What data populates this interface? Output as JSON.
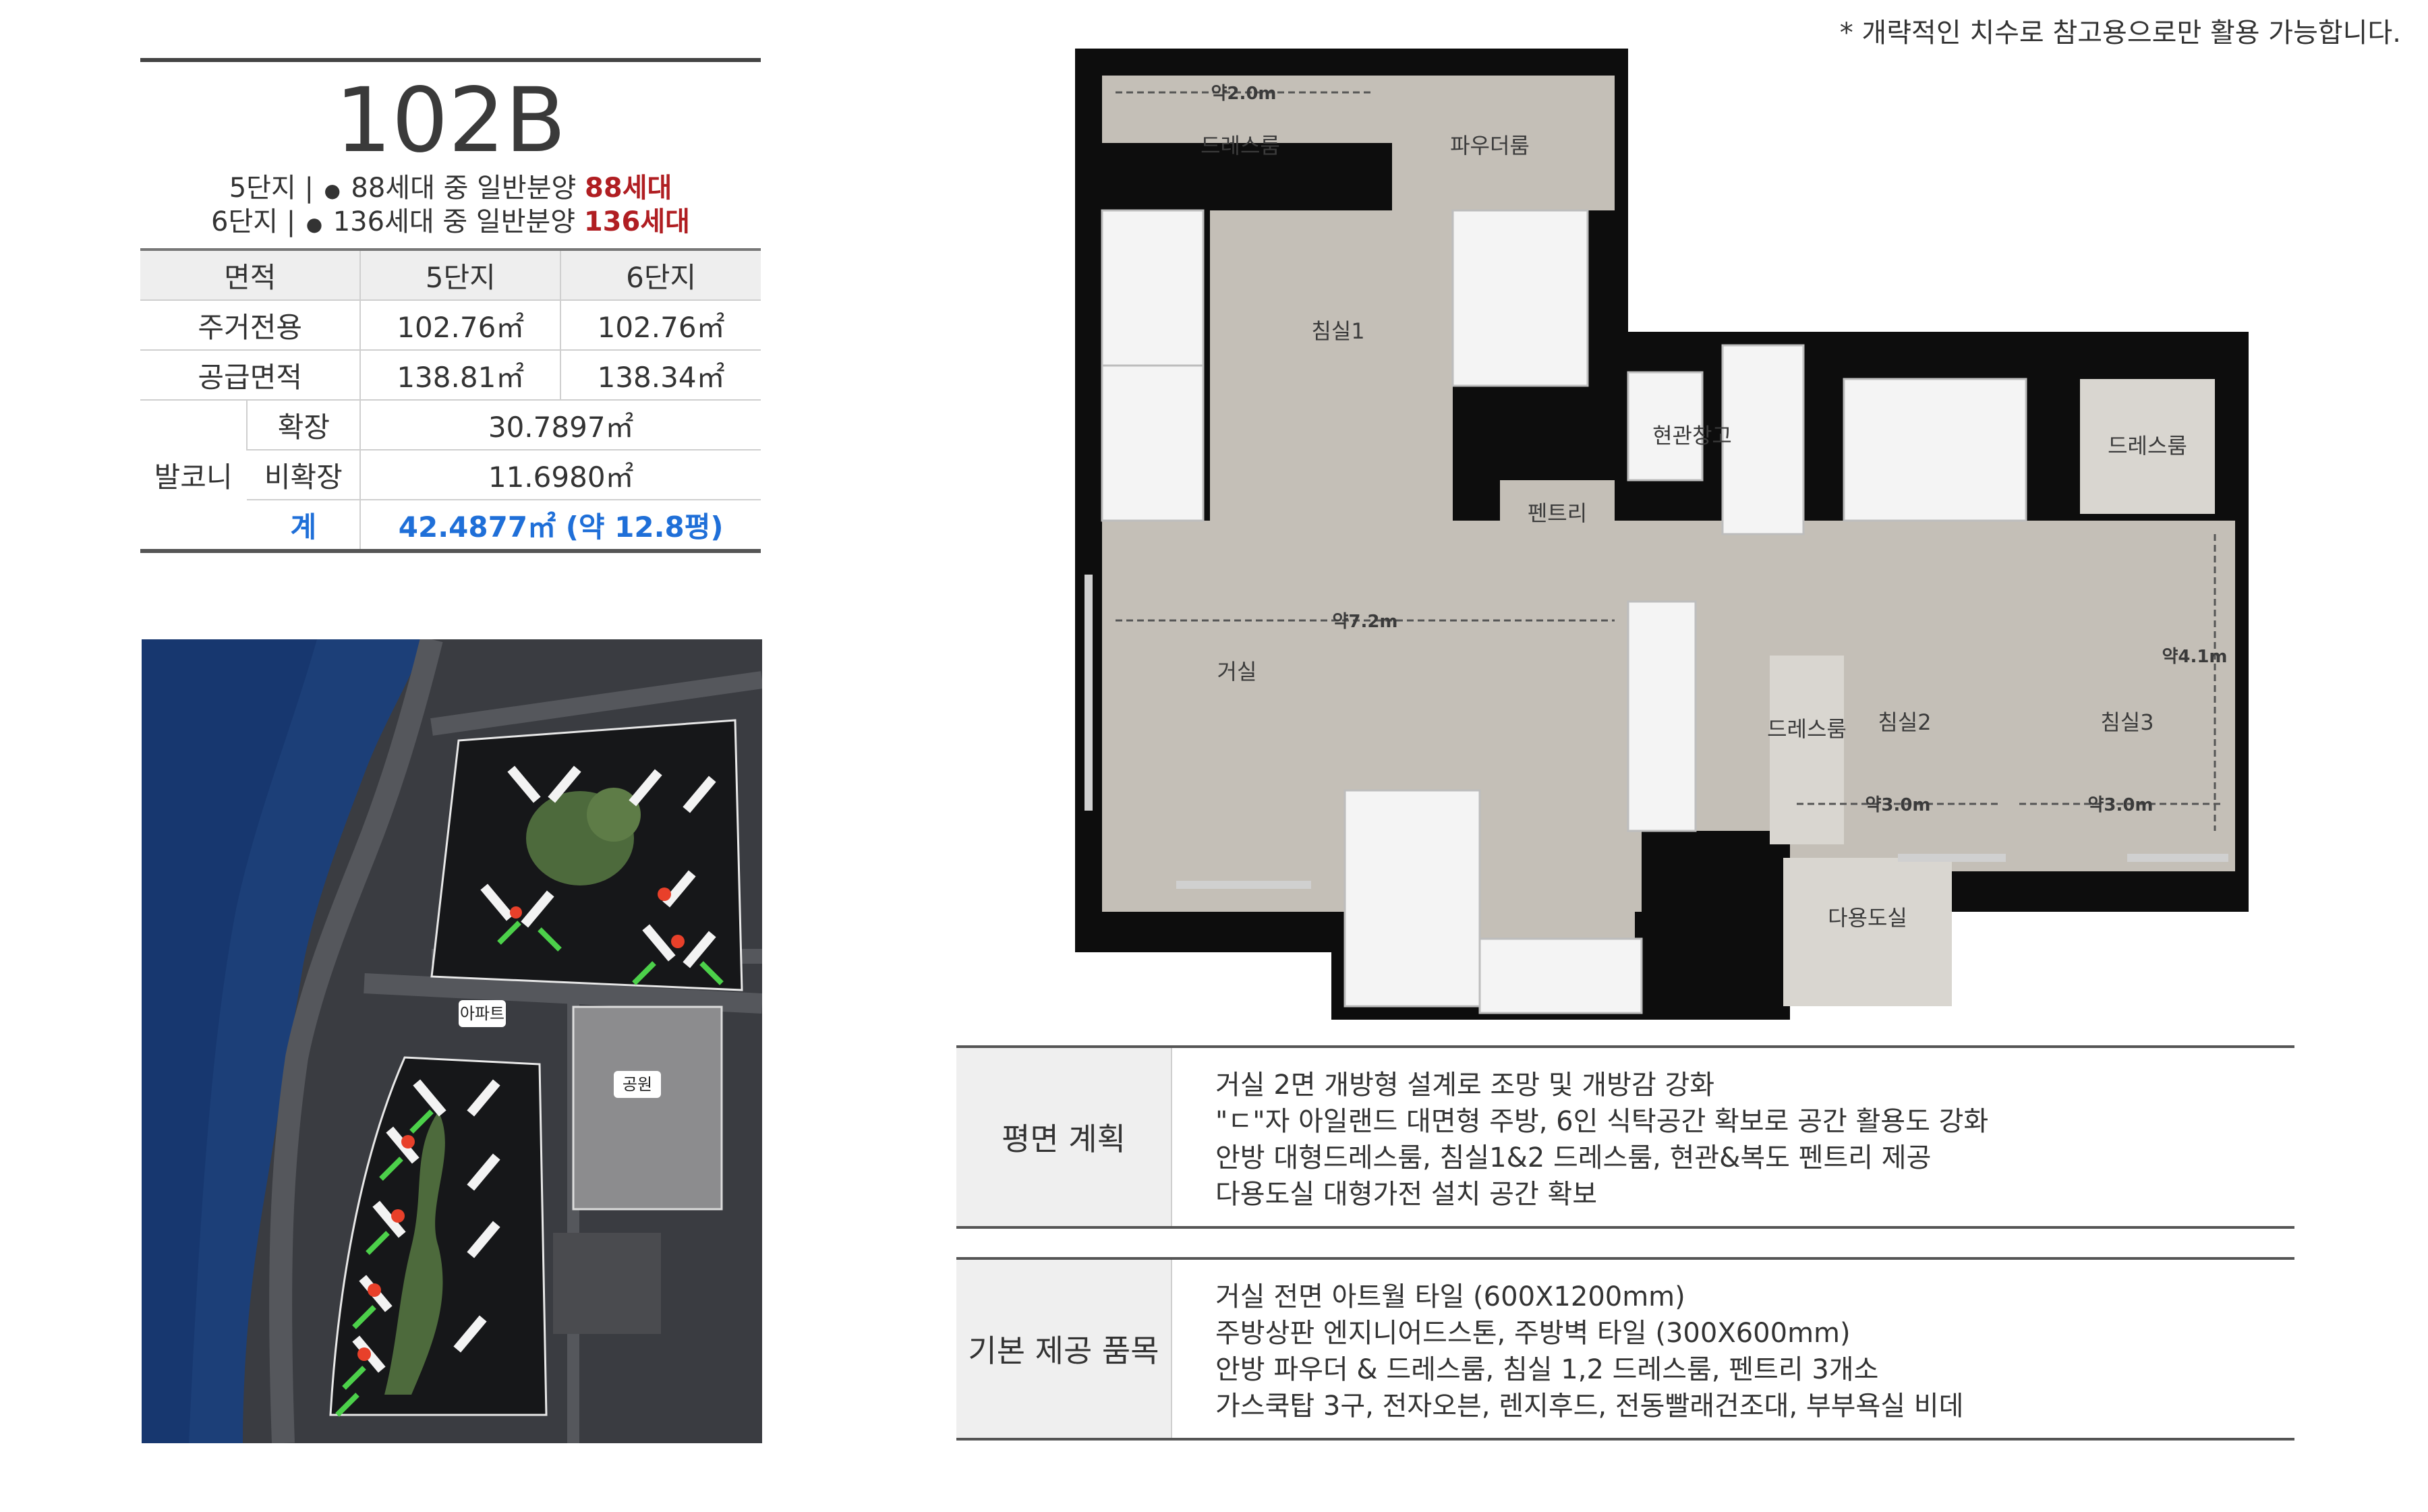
{
  "note": "* 개략적인 치수로 참고용으로만 활용 가능합니다.",
  "unit": {
    "title": "102B",
    "lines": [
      {
        "prefix": "5단지 | ",
        "mid": " 88세대 중 일반분양 ",
        "highlight": "88세대"
      },
      {
        "prefix": "6단지 | ",
        "mid": " 136세대 중 일반분양 ",
        "highlight": "136세대"
      }
    ],
    "table": {
      "headers": [
        "면적",
        "5단지",
        "6단지"
      ],
      "rows": [
        {
          "label": "주거전용",
          "c5": "102.76㎡",
          "c6": "102.76㎡"
        },
        {
          "label": "공급면적",
          "c5": "138.81㎡",
          "c6": "138.34㎡"
        }
      ],
      "balcony": {
        "label": "발코니",
        "expanded_label": "확장",
        "expanded_value": "30.7897㎡",
        "nonexpanded_label": "비확장",
        "nonexpanded_value": "11.6980㎡",
        "total_label": "계",
        "total_value": "42.4877㎡ (약 12.8평)"
      }
    }
  },
  "sitemap": {
    "labels": [
      "아파트",
      "공원"
    ]
  },
  "floorplan": {
    "rooms": [
      "드레스룸",
      "파우더룸",
      "침실1",
      "현관창고",
      "펜트리",
      "드레스룸",
      "거실",
      "드레스룸",
      "침실2",
      "침실3",
      "다용도실"
    ],
    "dims": [
      "약2.0m",
      "약7.2m",
      "약4.1m",
      "약3.0m",
      "약3.0m"
    ]
  },
  "features": [
    {
      "heading": "평면 계획",
      "items": [
        "거실 2면 개방형 설계로 조망 및 개방감 강화",
        "\"ㄷ\"자 아일랜드 대면형 주방, 6인 식탁공간 확보로 공간 활용도 강화",
        "안방 대형드레스룸, 침실1&2 드레스룸, 현관&복도 펜트리 제공",
        "다용도실 대형가전 설치 공간 확보"
      ]
    },
    {
      "heading": "기본 제공 품목",
      "items": [
        "거실 전면 아트월 타일 (600X1200mm)",
        "주방상판 엔지니어드스톤, 주방벽 타일 (300X600mm)",
        "안방 파우더 & 드레스룸, 침실 1,2 드레스룸, 펜트리 3개소",
        "가스쿡탑 3구, 전자오븐, 렌지후드, 전동빨래건조대, 부부욕실 비데"
      ]
    }
  ],
  "colors": {
    "accent_red": "#b01e22",
    "accent_blue": "#1f6fd8",
    "floor": "#c4bfb7",
    "wall": "#0d0d0d"
  }
}
